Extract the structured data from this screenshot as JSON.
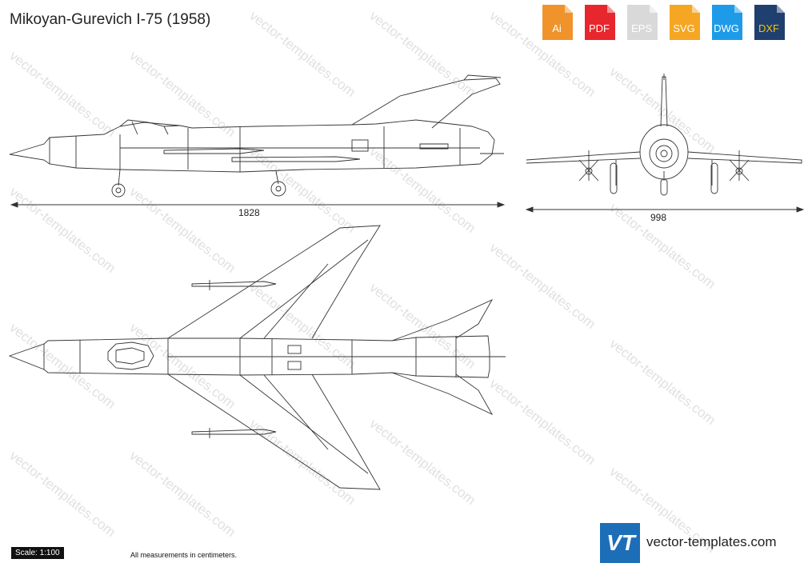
{
  "title": "Mikoyan-Gurevich I-75 (1958)",
  "formats": [
    {
      "label": "Ai",
      "color": "#f0932b",
      "icon": "ai-file-icon"
    },
    {
      "label": "PDF",
      "color": "#e8262d",
      "icon": "pdf-file-icon"
    },
    {
      "label": "EPS",
      "color": "#d9d9d9",
      "icon": "eps-file-icon"
    },
    {
      "label": "SVG",
      "color": "#f5a623",
      "icon": "svg-file-icon"
    },
    {
      "label": "DWG",
      "color": "#1e9be8",
      "icon": "dwg-file-icon"
    },
    {
      "label": "DXF",
      "color": "#1f3f6e",
      "icon": "dxf-file-icon"
    }
  ],
  "dimensions": {
    "length": "1828",
    "width": "998"
  },
  "scale": "Scale: 1:100",
  "note": "All measurements in centimeters.",
  "logo": {
    "mark": "VT",
    "color": "#1c6eb8"
  },
  "site": "vector-templates.com",
  "watermark": "vector-templates.com"
}
